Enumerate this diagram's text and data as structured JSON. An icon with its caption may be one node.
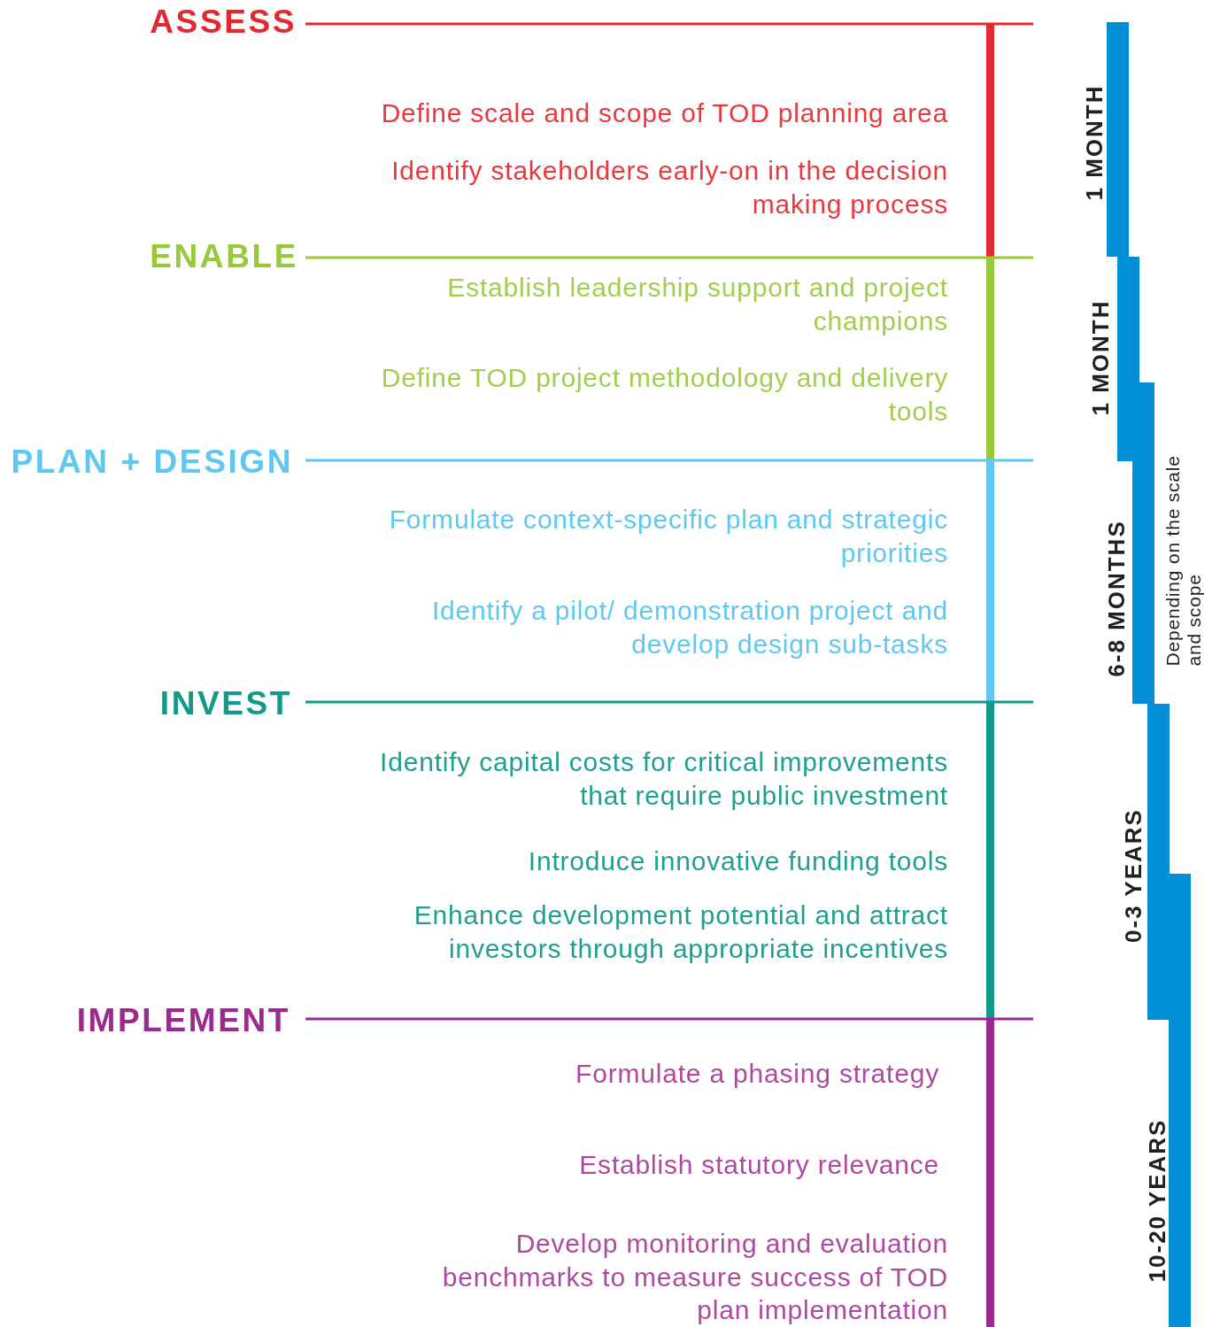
{
  "diagram": {
    "labels": [
      "ASSESS",
      "Define scale and scope of TOD planning area",
      "Identify stakeholders early-on in the decision making process",
      "1 MONTH",
      "ENABLE",
      "Establish leadership support and project champions",
      "Define TOD project methodology and delivery tools",
      "1 MONTH",
      "PLAN + DESIGN",
      "Formulate context-specific plan and strategic priorities",
      "Identify a pilot/ demonstration project and develop design sub-tasks",
      "6-8 MONTHS",
      "Depending on the scale and scope",
      "INVEST",
      "Identify capital costs for critical improvements that require public investment",
      "Introduce innovative funding tools",
      "Enhance development potential and attract investors through appropriate incentives",
      "0-3 YEARS",
      "IMPLEMENT",
      "Formulate a phasing strategy",
      "Establish statutory relevance",
      "Develop monitoring and evaluation benchmarks to measure success of TOD plan implementation",
      "10-20 YEARS"
    ]
  }
}
